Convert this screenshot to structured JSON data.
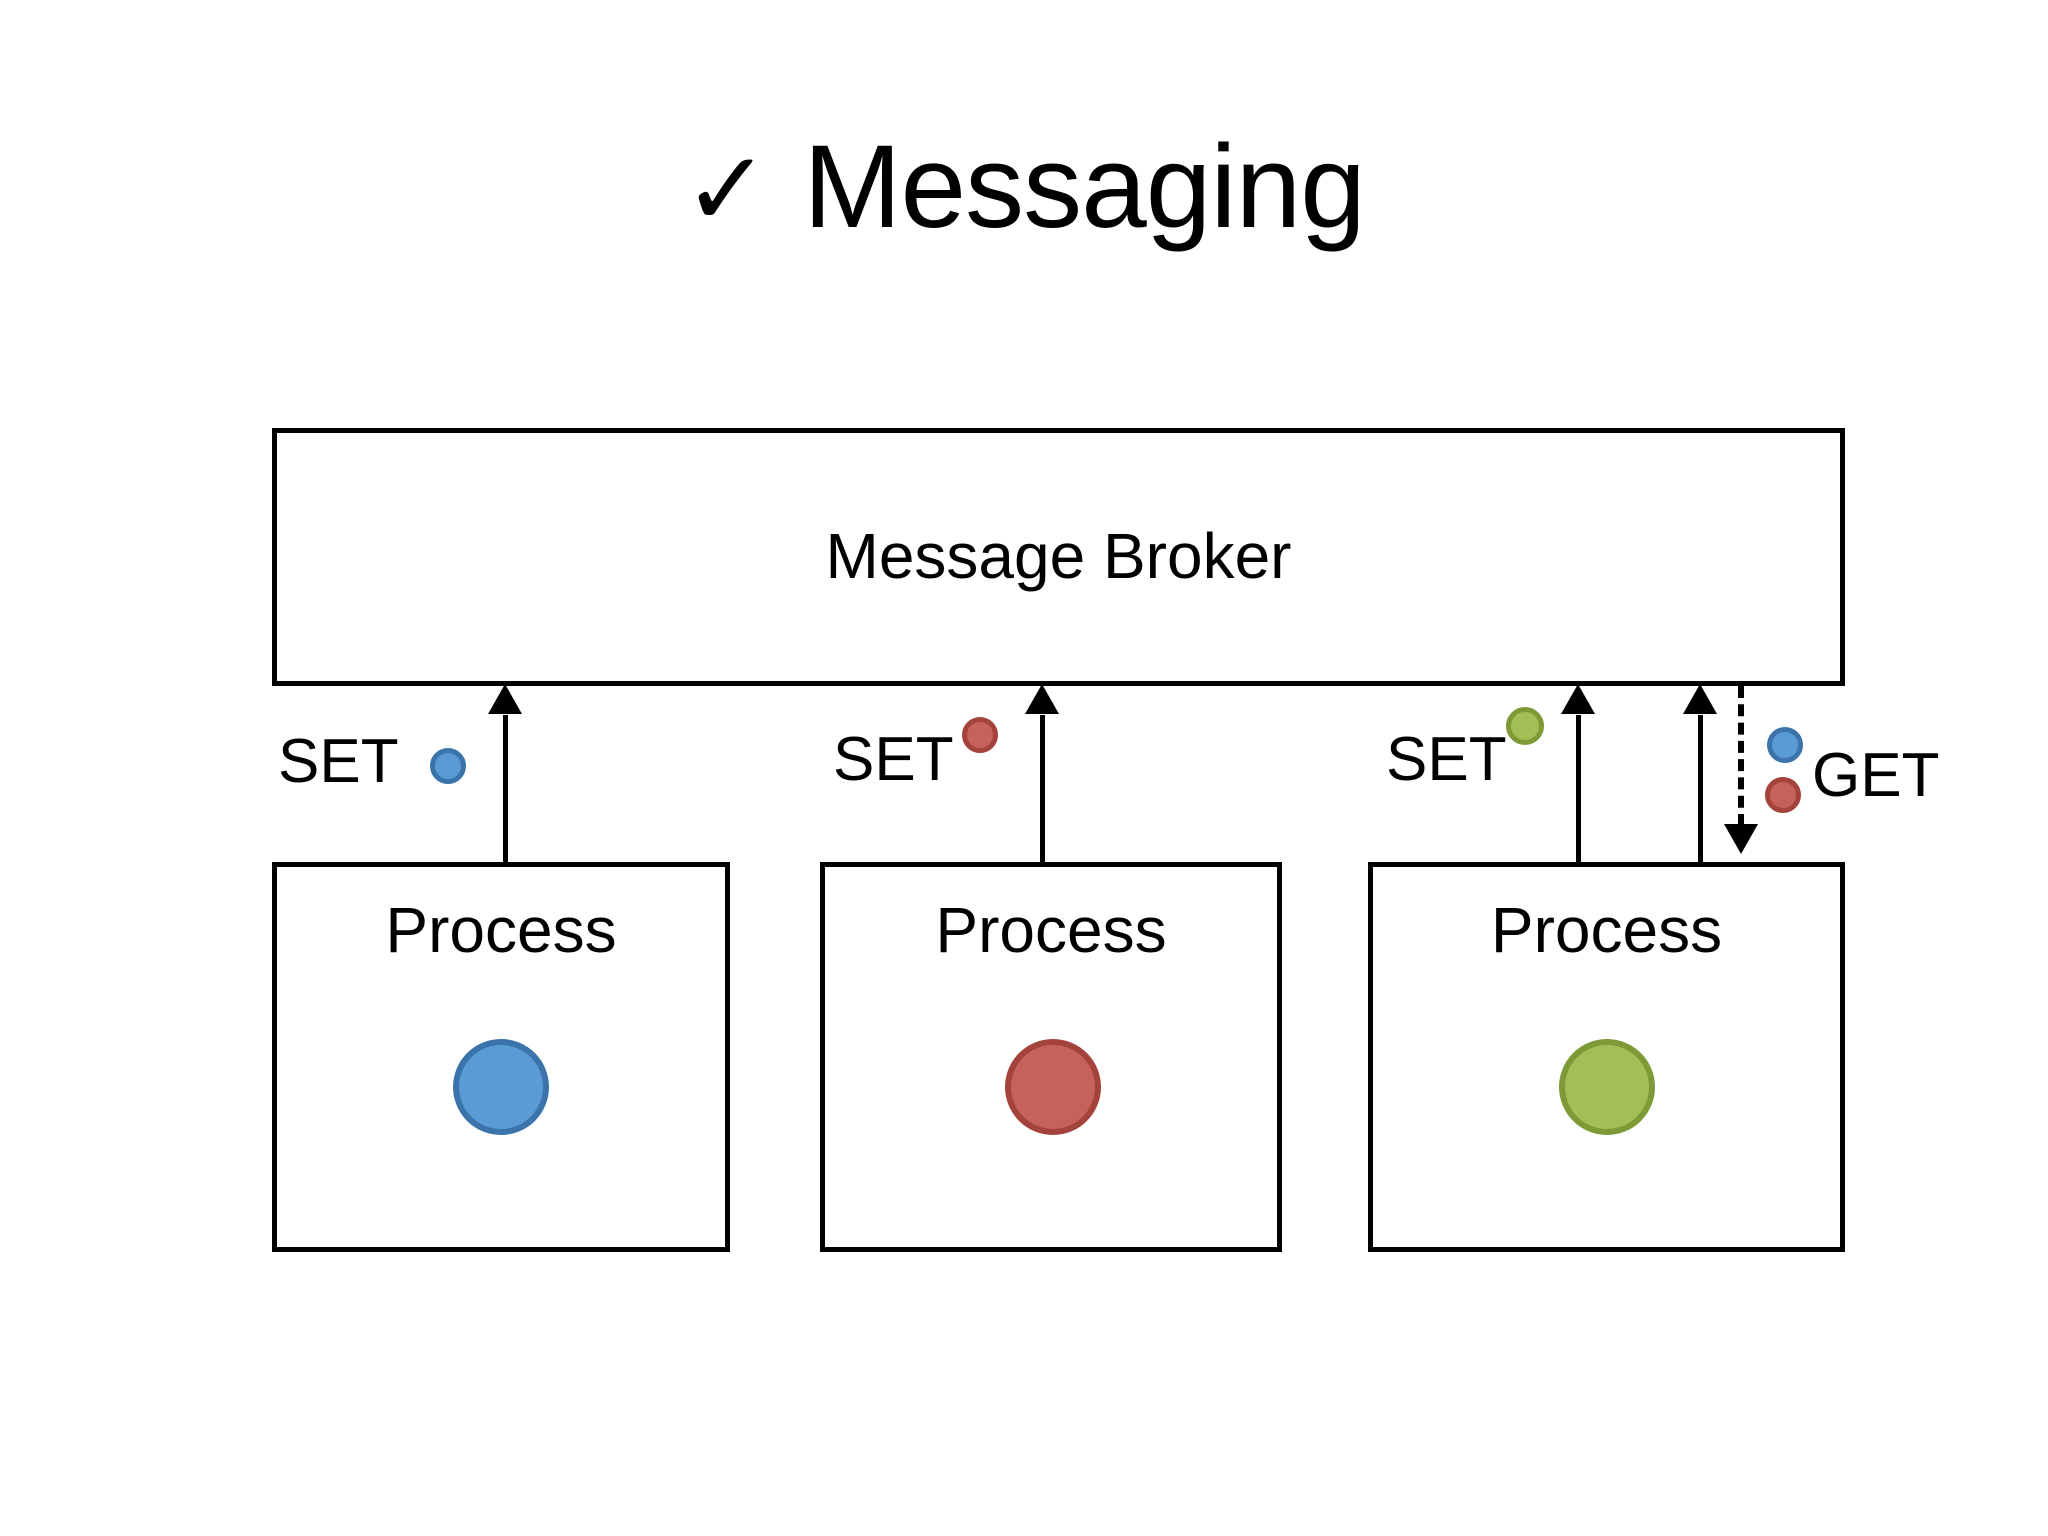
{
  "slide": {
    "title": "Messaging",
    "check_icon": "✓",
    "background": "#FFFFFF"
  },
  "palette": {
    "blue_fill": "#5B9BD5",
    "blue_border": "#3A74AA",
    "red_fill": "#C6615B",
    "red_border": "#A4423C",
    "green_fill": "#A3BE55",
    "green_border": "#7D9A36",
    "line": "#000000"
  },
  "broker": {
    "label": "Message Broker"
  },
  "groups": [
    {
      "box_label": "Process",
      "dot_color": "blue",
      "set_label": "SET",
      "set_dot_color": "blue"
    },
    {
      "box_label": "Process",
      "dot_color": "red",
      "set_label": "SET",
      "set_dot_color": "red"
    },
    {
      "box_label": "Process",
      "dot_color": "green",
      "set_label": "SET",
      "set_dot_color": "green",
      "get_label": "GET",
      "get_dot_colors": [
        "blue",
        "red"
      ]
    }
  ],
  "arrows": {
    "publish_1": "process-1-to-broker",
    "publish_2": "process-2-to-broker",
    "publish_3": "process-3-to-broker",
    "subscribe_request": "process-3-to-broker",
    "subscribe_deliver": "broker-to-process-3-dashed"
  }
}
